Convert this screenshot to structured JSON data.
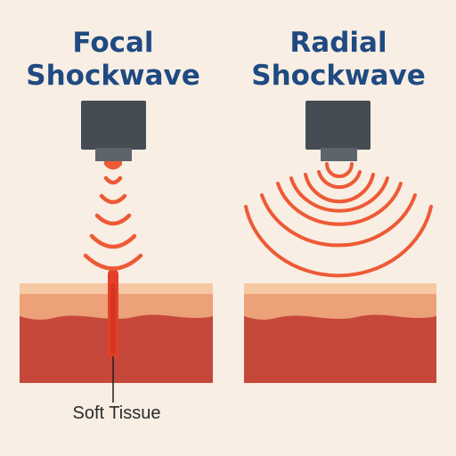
{
  "panels": [
    {
      "id": "focal",
      "title_line1": "Focal",
      "title_line2": "Shockwave"
    },
    {
      "id": "radial",
      "title_line1": "Radial",
      "title_line2": "Shockwave"
    }
  ],
  "label": {
    "soft_tissue": "Soft Tissue"
  },
  "icons": {
    "applicator": "shockwave-applicator-icon"
  },
  "colors": {
    "background": "#f8eee3",
    "title": "#1f4a82",
    "applicator_body": "#464c54",
    "applicator_tip": "#5e646c",
    "wave": "#ee5a36",
    "skin_top": "#f6c9a4",
    "skin_mid": "#eca178",
    "tissue": "#c5483a",
    "focal_beam": "#e5402a"
  }
}
